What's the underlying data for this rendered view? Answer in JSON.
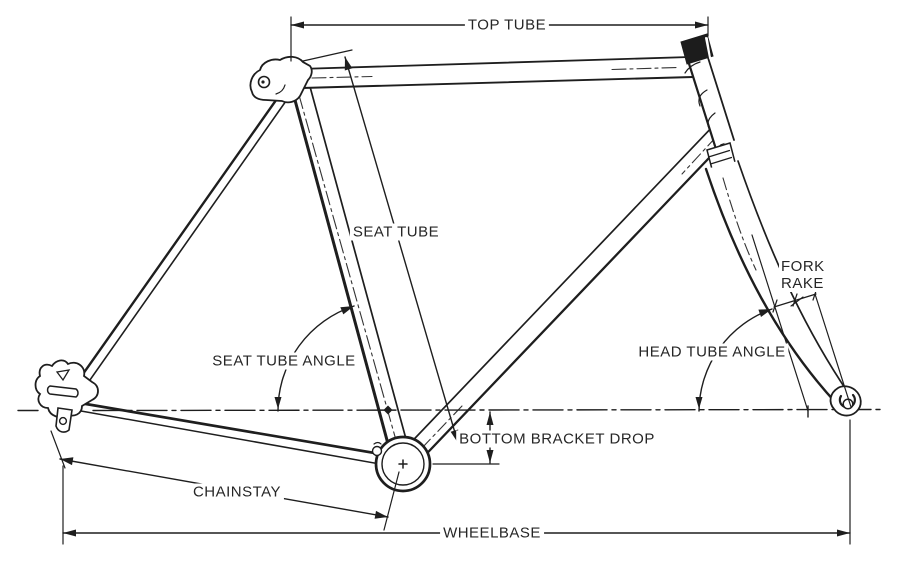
{
  "labels": {
    "top_tube": "TOP TUBE",
    "seat_tube": "SEAT TUBE",
    "seat_tube_angle": "SEAT TUBE ANGLE",
    "head_tube_angle": "HEAD TUBE ANGLE",
    "fork_rake_line1": "FORK",
    "fork_rake_line2": "RAKE",
    "bottom_bracket_drop": "BOTTOM BRACKET DROP",
    "chainstay": "CHAINSTAY",
    "wheelbase": "WHEELBASE"
  },
  "colors": {
    "background": "#ffffff",
    "line": "#1e1e1e"
  }
}
